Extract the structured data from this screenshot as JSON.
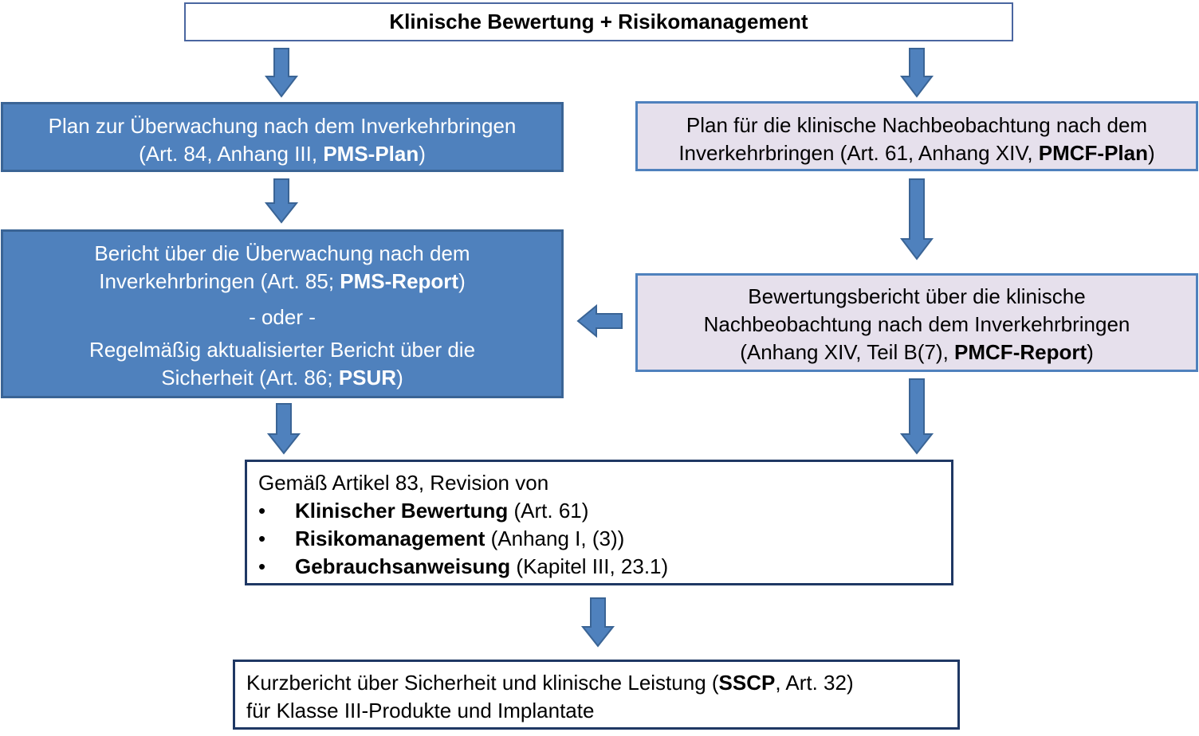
{
  "top": {
    "title": "Klinische Bewertung + Risikomanagement"
  },
  "pms_plan": {
    "line1": "Plan zur Überwachung nach dem Inverkehrbringen",
    "line2_pre": "(Art. 84, Anhang III, ",
    "line2_bold": "PMS-Plan",
    "line2_post": ")"
  },
  "pms_report": {
    "line1": "Bericht über die Überwachung nach dem",
    "line2_pre": "Inverkehrbringen (Art. 85; ",
    "line2_bold": "PMS-Report",
    "line2_post": ")",
    "separator": "- oder -",
    "line3": "Regelmäßig aktualisierter Bericht über die",
    "line4_pre": "Sicherheit (Art. 86; ",
    "line4_bold": "PSUR",
    "line4_post": ")"
  },
  "pmcf_plan": {
    "line1": "Plan für die klinische Nachbeobachtung nach dem",
    "line2_pre": "Inverkehrbringen (Art. 61, Anhang XIV, ",
    "line2_bold": "PMCF-Plan",
    "line2_post": ")"
  },
  "pmcf_report": {
    "line1": "Bewertungsbericht über die klinische",
    "line2": "Nachbeobachtung nach dem Inverkehrbringen",
    "line3_pre": "(Anhang XIV, Teil B(7), ",
    "line3_bold": "PMCF-Report",
    "line3_post": ")"
  },
  "revision": {
    "intro": "Gemäß Artikel 83, Revision von",
    "bullet_char": "•",
    "items": [
      {
        "bold": "Klinischer Bewertung",
        "rest": " (Art. 61)"
      },
      {
        "bold": "Risikomanagement",
        "rest": " (Anhang I, (3))"
      },
      {
        "bold": "Gebrauchsanweisung",
        "rest": " (Kapitel III, 23.1)"
      }
    ]
  },
  "sscp": {
    "line1_pre": "Kurzbericht über Sicherheit und klinische Leistung (",
    "line1_bold": "SSCP",
    "line1_post": ", Art. 32)",
    "line2": "für Klasse III-Produkte und Implantate"
  },
  "colors": {
    "blue_fill": "#4f81bd",
    "blue_border": "#3a6495",
    "lavender_fill": "#e6e0ec",
    "dark_border": "#1f3864"
  }
}
